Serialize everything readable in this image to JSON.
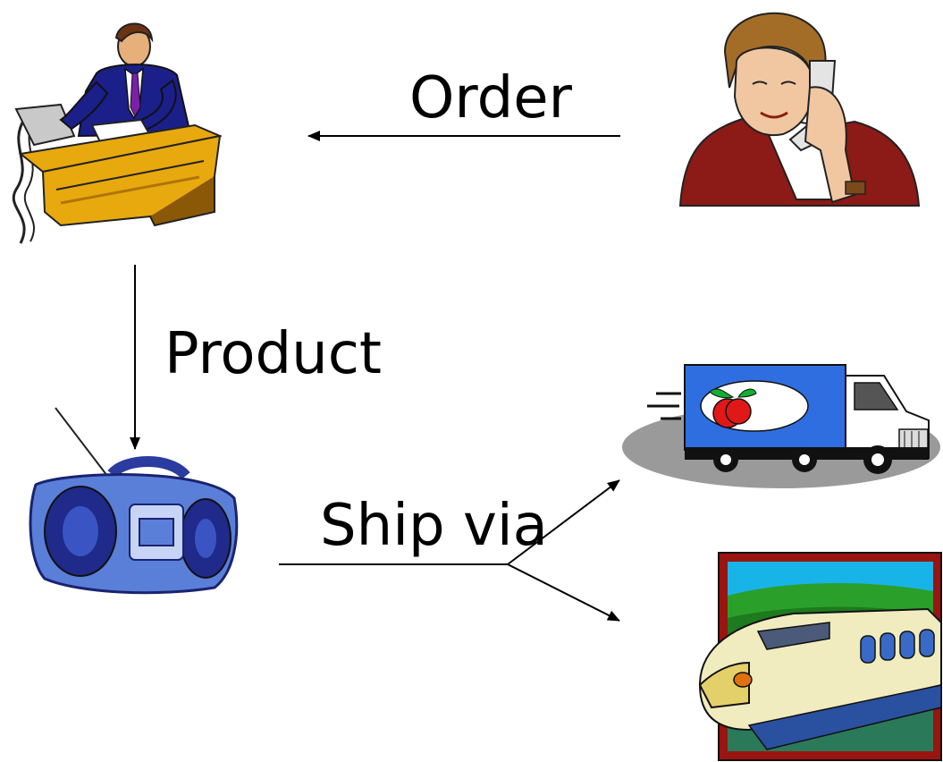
{
  "labels": {
    "order": "Order",
    "product": "Product",
    "ship_via": "Ship via"
  },
  "colors": {
    "suit": "#1b1f8a",
    "desk": "#e8a90e",
    "jacket": "#8c1a16",
    "radio": "#5a7fd8",
    "truck_box": "#2f6ee0",
    "train_frame": "#9a1410",
    "apple": "#e01818"
  },
  "icons": {
    "clerk": "clerk-at-desk-icon",
    "customer": "customer-on-phone-icon",
    "product": "boombox-icon",
    "truck": "delivery-truck-icon",
    "train": "bullet-train-icon"
  }
}
